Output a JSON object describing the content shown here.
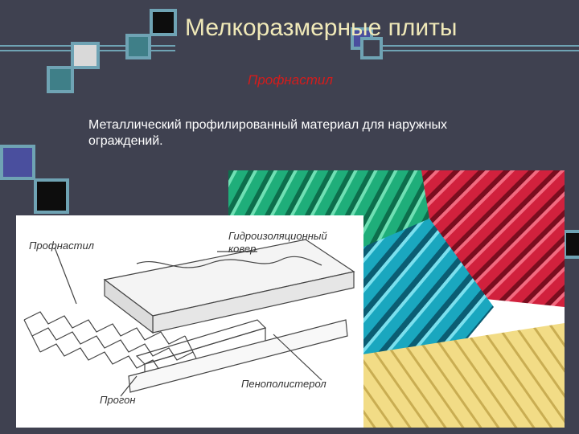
{
  "slide": {
    "title": "Мелкоразмерные плиты",
    "subtitle": "Профнастил",
    "text": "Металлический профилированный материал для наружных ограждений."
  },
  "diagram": {
    "labels": {
      "profnastil": "Профнастил",
      "waterproof": "Гидроизоляционный ковер",
      "foam": "Пенополистерол",
      "purlin": "Прогон"
    }
  },
  "colors": {
    "background": "#3f4150",
    "frame": "#6fa3b4",
    "title": "#f0e9b8",
    "subtitle": "#d41c1c",
    "sheet_green": "#1fae7a",
    "sheet_teal": "#1aa7bf",
    "sheet_red": "#d1213d",
    "sheet_yellow": "#f2dc86"
  }
}
